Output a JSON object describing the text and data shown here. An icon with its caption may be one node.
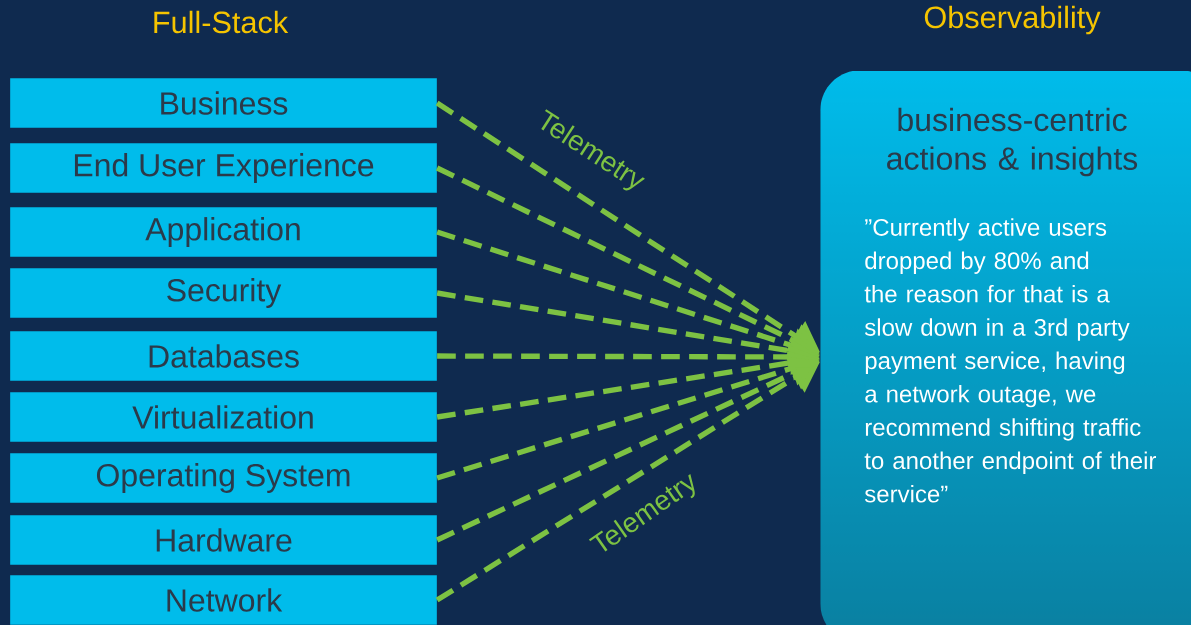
{
  "diagram": {
    "nodes": [
      {
        "text": [
          "Business"
        ]
      },
      {
        "text": [
          "End User Experience"
        ]
      },
      {
        "text": [
          "Application"
        ]
      },
      {
        "text": [
          "Security"
        ]
      },
      {
        "text": [
          "Databases"
        ]
      },
      {
        "text": [
          "Virtualization"
        ]
      },
      {
        "text": [
          "Operating System"
        ]
      },
      {
        "text": [
          "Hardware"
        ]
      },
      {
        "text": [
          "Network"
        ]
      },
      {
        "text": [
          "Observability",
          "business-centric actions & insights",
          "”Currently active users dropped by 80% and the reason for that is a slow down in a 3rd party payment service, having a network outage, we recommend shifting traffic to another endpoint of their service”"
        ]
      }
    ],
    "edges": [
      {
        "from": 0,
        "to": 9,
        "arrow": "to",
        "style": "dashed",
        "label": "Telemetry"
      },
      {
        "from": 1,
        "to": 9,
        "arrow": "to",
        "style": "dashed"
      },
      {
        "from": 2,
        "to": 9,
        "arrow": "to",
        "style": "dashed"
      },
      {
        "from": 3,
        "to": 9,
        "arrow": "to",
        "style": "dashed"
      },
      {
        "from": 4,
        "to": 9,
        "arrow": "to",
        "style": "dashed"
      },
      {
        "from": 5,
        "to": 9,
        "arrow": "to",
        "style": "dashed"
      },
      {
        "from": 6,
        "to": 9,
        "arrow": "to",
        "style": "dashed"
      },
      {
        "from": 7,
        "to": 9,
        "arrow": "to",
        "style": "dashed"
      },
      {
        "from": 8,
        "to": 9,
        "arrow": "to",
        "style": "dashed",
        "label": "Telemetry"
      }
    ],
    "labels": [
      "Full-Stack"
    ]
  }
}
